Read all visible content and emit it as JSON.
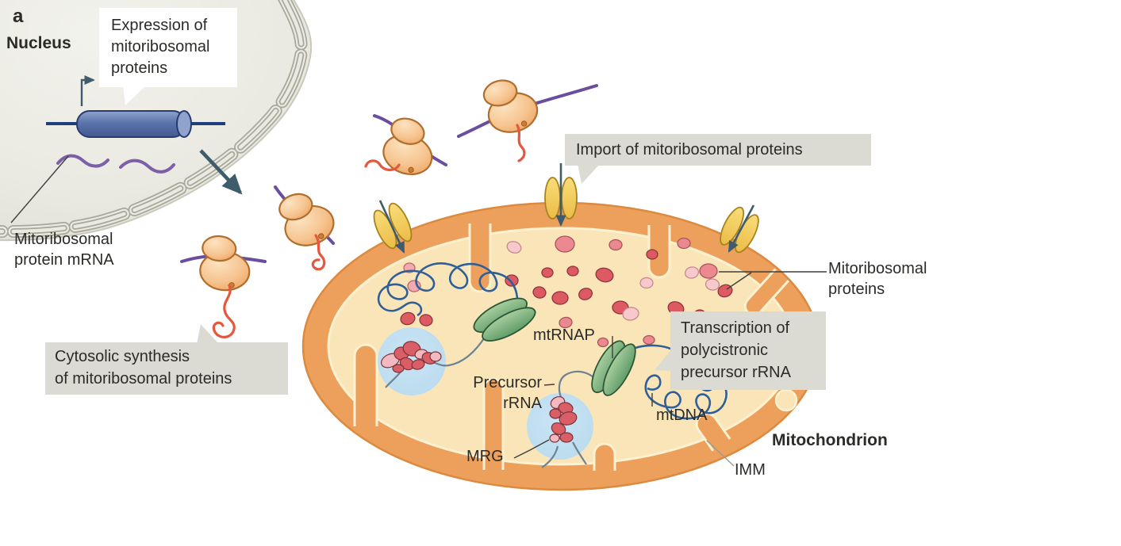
{
  "panel": {
    "label": "a"
  },
  "nucleus": {
    "title": "Nucleus"
  },
  "callouts": {
    "expression": {
      "lines": [
        "Expression of",
        "mitoribosomal",
        "proteins"
      ]
    },
    "cytosolic": {
      "lines": [
        "Cytosolic synthesis",
        "of mitoribosomal proteins"
      ]
    },
    "import": {
      "text": "Import of mitoribosomal proteins"
    },
    "transcription": {
      "lines": [
        "Transcription of",
        "polycistronic",
        "precursor rRNA"
      ]
    }
  },
  "labels": {
    "mito_mrna": {
      "lines": [
        "Mitoribosomal",
        "protein mRNA"
      ]
    },
    "mito_proteins": {
      "lines": [
        "Mitoribosomal",
        "proteins"
      ]
    },
    "mtrnap": "mtRNAP",
    "precursor": {
      "lines": [
        "Precursor",
        "rRNA"
      ]
    },
    "mtdna": "mtDNA",
    "mrg": "MRG",
    "mitochondrion": "Mitochondrion",
    "imm": "IMM"
  },
  "elements": {
    "nucleus-body": "#ebebe3",
    "nuclear-envelope-segment": "#a7a79a",
    "gene-cylinder": "#5c74ac",
    "dna-line": "#1e3e7e",
    "mrna-wave": "#7d5fa7",
    "cytosolic-ribosome": "#f1a968",
    "nascent-chain": "#e5573f",
    "import-channel": "#f2cd5c",
    "mitochondrion-rim": "#eca05c",
    "mitochondrion-matrix": "#fae5b8",
    "mitoribosomal-protein-dot-red": "#de5a63",
    "mitoribosomal-protein-dot-pink": "#f2a9af",
    "mtdna-strand": "#2f5f98",
    "mtrnap-polymerase": "#5f9c69",
    "mrg-granule": "#bfddf0",
    "rrna-blob-red": "#d95e66",
    "rrna-blob-pink": "#f2bac0",
    "callout-box": "#dbdbd3",
    "arrow": "#3e5c6b"
  }
}
